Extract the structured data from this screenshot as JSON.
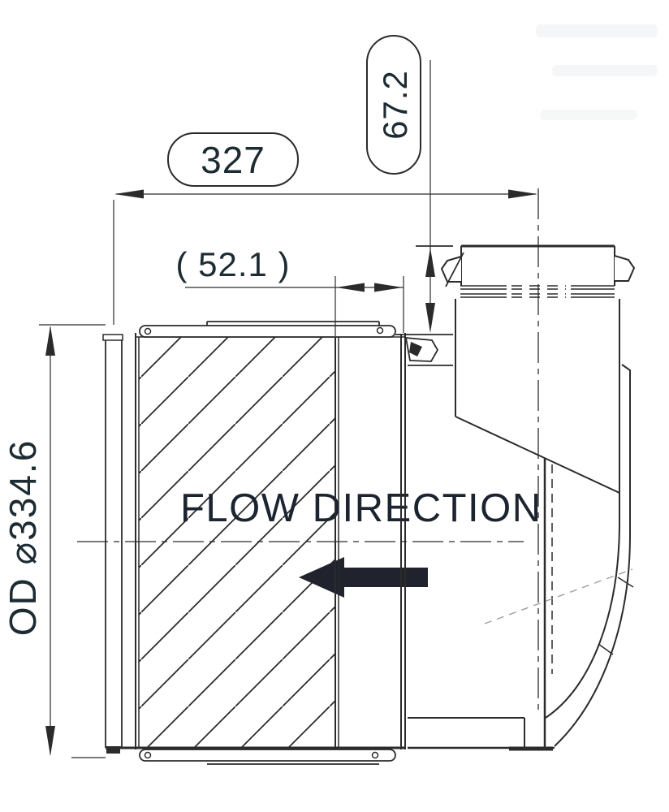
{
  "drawing": {
    "dims": {
      "overall_length": "327",
      "outlet_height_offset": "67.2",
      "reference_length": "( 52.1 )",
      "outer_diameter": "OD ⌀334.6"
    },
    "labels": {
      "flow_direction": "FLOW DIRECTION"
    },
    "colors": {
      "line": "#2b2b2b",
      "dim_text": "#1d2b33",
      "flow_arrow": "#20222e",
      "background": "#ffffff"
    }
  }
}
